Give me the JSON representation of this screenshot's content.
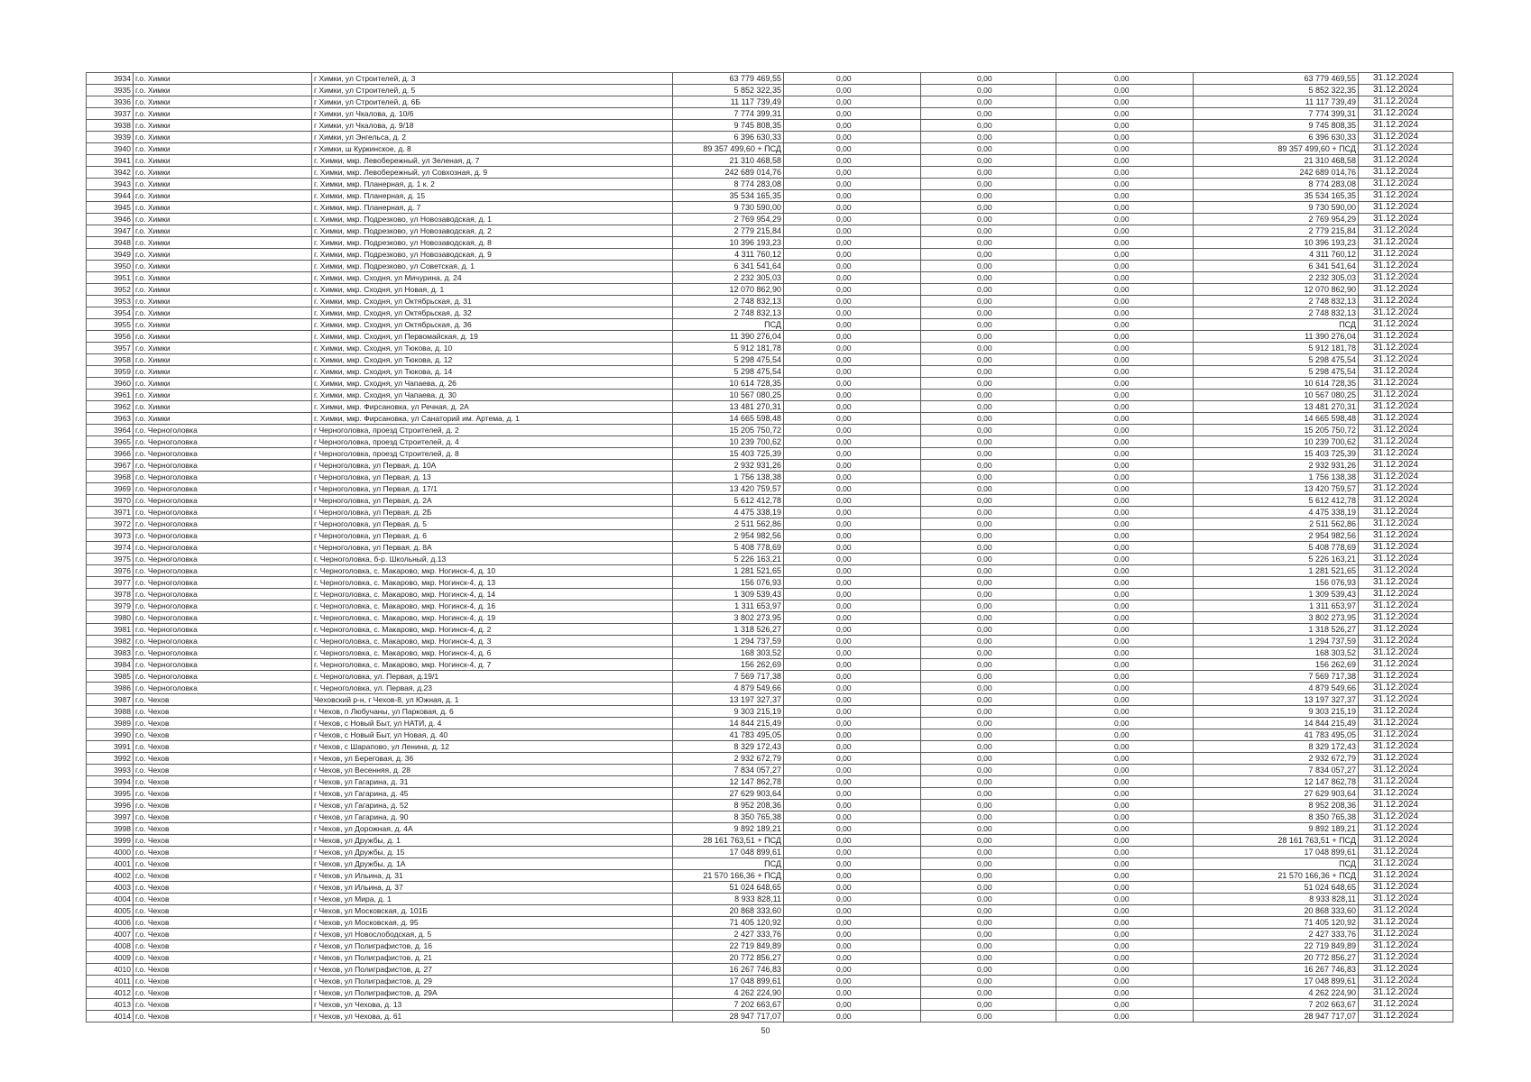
{
  "table": {
    "rows": [
      [
        "3934",
        "г.о. Химки",
        "г Химки, ул Строителей, д. 3",
        "63 779 469,55",
        "0,00",
        "0,00",
        "0,00",
        "63 779 469,55",
        "31.12.2024"
      ],
      [
        "3935",
        "г.о. Химки",
        "г Химки, ул Строителей, д. 5",
        "5 852 322,35",
        "0,00",
        "0,00",
        "0,00",
        "5 852 322,35",
        "31.12.2024"
      ],
      [
        "3936",
        "г.о. Химки",
        "г Химки, ул Строителей, д. 6Б",
        "11 117 739,49",
        "0,00",
        "0,00",
        "0,00",
        "11 117 739,49",
        "31.12.2024"
      ],
      [
        "3937",
        "г.о. Химки",
        "г Химки, ул Чкалова, д. 10/6",
        "7 774 399,31",
        "0,00",
        "0,00",
        "0,00",
        "7 774 399,31",
        "31.12.2024"
      ],
      [
        "3938",
        "г.о. Химки",
        "г Химки, ул Чкалова, д. 9/18",
        "9 745 808,35",
        "0,00",
        "0,00",
        "0,00",
        "9 745 808,35",
        "31.12.2024"
      ],
      [
        "3939",
        "г.о. Химки",
        "г Химки, ул Энгельса, д. 2",
        "6 396 630,33",
        "0,00",
        "0,00",
        "0,00",
        "6 396 630,33",
        "31.12.2024"
      ],
      [
        "3940",
        "г.о. Химки",
        "г Химки, ш Куркинское, д. 8",
        "89 357 499,60 + ПСД",
        "0,00",
        "0,00",
        "0,00",
        "89 357 499,60 + ПСД",
        "31.12.2024"
      ],
      [
        "3941",
        "г.о. Химки",
        "г. Химки, мкр. Левобережный, ул Зеленая, д. 7",
        "21 310 468,58",
        "0,00",
        "0,00",
        "0,00",
        "21 310 468,58",
        "31.12.2024"
      ],
      [
        "3942",
        "г.о. Химки",
        "г. Химки, мкр. Левобережный, ул Совхозная, д. 9",
        "242 689 014,76",
        "0,00",
        "0,00",
        "0,00",
        "242 689 014,76",
        "31.12.2024"
      ],
      [
        "3943",
        "г.о. Химки",
        "г. Химки, мкр. Планерная, д. 1 к. 2",
        "8 774 283,08",
        "0,00",
        "0,00",
        "0,00",
        "8 774 283,08",
        "31.12.2024"
      ],
      [
        "3944",
        "г.о. Химки",
        "г. Химки, мкр. Планерная, д. 15",
        "35 534 165,35",
        "0,00",
        "0,00",
        "0,00",
        "35 534 165,35",
        "31.12.2024"
      ],
      [
        "3945",
        "г.о. Химки",
        "г. Химки, мкр. Планерная, д. 7",
        "9 730 590,00",
        "0,00",
        "0,00",
        "0,00",
        "9 730 590,00",
        "31.12.2024"
      ],
      [
        "3946",
        "г.о. Химки",
        "г. Химки, мкр. Подрезково, ул Новозаводская, д. 1",
        "2 769 954,29",
        "0,00",
        "0,00",
        "0,00",
        "2 769 954,29",
        "31.12.2024"
      ],
      [
        "3947",
        "г.о. Химки",
        "г. Химки, мкр. Подрезково, ул Новозаводская, д. 2",
        "2 779 215,84",
        "0,00",
        "0,00",
        "0,00",
        "2 779 215,84",
        "31.12.2024"
      ],
      [
        "3948",
        "г.о. Химки",
        "г. Химки, мкр. Подрезково, ул Новозаводская, д. 8",
        "10 396 193,23",
        "0,00",
        "0,00",
        "0,00",
        "10 396 193,23",
        "31.12.2024"
      ],
      [
        "3949",
        "г.о. Химки",
        "г. Химки, мкр. Подрезково, ул Новозаводская, д. 9",
        "4 311 760,12",
        "0,00",
        "0,00",
        "0,00",
        "4 311 760,12",
        "31.12.2024"
      ],
      [
        "3950",
        "г.о. Химки",
        "г. Химки, мкр. Подрезково, ул Советская, д. 1",
        "6 341 541,64",
        "0,00",
        "0,00",
        "0,00",
        "6 341 541,64",
        "31.12.2024"
      ],
      [
        "3951",
        "г.о. Химки",
        "г. Химки, мкр. Сходня, ул Мичурина, д. 24",
        "2 232 305,03",
        "0,00",
        "0,00",
        "0,00",
        "2 232 305,03",
        "31.12.2024"
      ],
      [
        "3952",
        "г.о. Химки",
        "г. Химки, мкр. Сходня, ул Новая, д. 1",
        "12 070 862,90",
        "0,00",
        "0,00",
        "0,00",
        "12 070 862,90",
        "31.12.2024"
      ],
      [
        "3953",
        "г.о. Химки",
        "г. Химки, мкр. Сходня, ул Октябрьская, д. 31",
        "2 748 832,13",
        "0,00",
        "0,00",
        "0,00",
        "2 748 832,13",
        "31.12.2024"
      ],
      [
        "3954",
        "г.о. Химки",
        "г. Химки, мкр. Сходня, ул Октябрьская, д. 32",
        "2 748 832,13",
        "0,00",
        "0,00",
        "0,00",
        "2 748 832,13",
        "31.12.2024"
      ],
      [
        "3955",
        "г.о. Химки",
        "г. Химки, мкр. Сходня, ул Октябрьская, д. 36",
        "ПСД",
        "0,00",
        "0,00",
        "0,00",
        "ПСД",
        "31.12.2024"
      ],
      [
        "3956",
        "г.о. Химки",
        "г. Химки, мкр. Сходня, ул Первомайская, д. 19",
        "11 390 276,04",
        "0,00",
        "0,00",
        "0,00",
        "11 390 276,04",
        "31.12.2024"
      ],
      [
        "3957",
        "г.о. Химки",
        "г. Химки, мкр. Сходня, ул Тюкова, д. 10",
        "5 912 181,78",
        "0,00",
        "0,00",
        "0,00",
        "5 912 181,78",
        "31.12.2024"
      ],
      [
        "3958",
        "г.о. Химки",
        "г. Химки, мкр. Сходня, ул Тюкова, д. 12",
        "5 298 475,54",
        "0,00",
        "0,00",
        "0,00",
        "5 298 475,54",
        "31.12.2024"
      ],
      [
        "3959",
        "г.о. Химки",
        "г. Химки, мкр. Сходня, ул Тюкова, д. 14",
        "5 298 475,54",
        "0,00",
        "0,00",
        "0,00",
        "5 298 475,54",
        "31.12.2024"
      ],
      [
        "3960",
        "г.о. Химки",
        "г. Химки, мкр. Сходня, ул Чапаева, д. 26",
        "10 614 728,35",
        "0,00",
        "0,00",
        "0,00",
        "10 614 728,35",
        "31.12.2024"
      ],
      [
        "3961",
        "г.о. Химки",
        "г. Химки, мкр. Сходня, ул Чапаева, д. 30",
        "10 567 080,25",
        "0,00",
        "0,00",
        "0,00",
        "10 567 080,25",
        "31.12.2024"
      ],
      [
        "3962",
        "г.о. Химки",
        "г. Химки, мкр. Фирсановка, ул Речная, д. 2А",
        "13 481 270,31",
        "0,00",
        "0,00",
        "0,00",
        "13 481 270,31",
        "31.12.2024"
      ],
      [
        "3963",
        "г.о. Химки",
        "г. Химки, мкр. Фирсановка, ул Санаторий им. Артема, д. 1",
        "14 665 598,48",
        "0,00",
        "0,00",
        "0,00",
        "14 665 598,48",
        "31.12.2024"
      ],
      [
        "3964",
        "г.о. Черноголовка",
        "г Черноголовка, проезд Строителей, д. 2",
        "15 205 750,72",
        "0,00",
        "0,00",
        "0,00",
        "15 205 750,72",
        "31.12.2024"
      ],
      [
        "3965",
        "г.о. Черноголовка",
        "г Черноголовка, проезд Строителей, д. 4",
        "10 239 700,62",
        "0,00",
        "0,00",
        "0,00",
        "10 239 700,62",
        "31.12.2024"
      ],
      [
        "3966",
        "г.о. Черноголовка",
        "г Черноголовка, проезд Строителей, д. 8",
        "15 403 725,39",
        "0,00",
        "0,00",
        "0,00",
        "15 403 725,39",
        "31.12.2024"
      ],
      [
        "3967",
        "г.о. Черноголовка",
        "г Черноголовка, ул Первая, д. 10А",
        "2 932 931,26",
        "0,00",
        "0,00",
        "0,00",
        "2 932 931,26",
        "31.12.2024"
      ],
      [
        "3968",
        "г.о. Черноголовка",
        "г Черноголовка, ул Первая, д. 13",
        "1 756 138,38",
        "0,00",
        "0,00",
        "0,00",
        "1 756 138,38",
        "31.12.2024"
      ],
      [
        "3969",
        "г.о. Черноголовка",
        "г Черноголовка, ул Первая, д. 17/1",
        "13 420 759,57",
        "0,00",
        "0,00",
        "0,00",
        "13 420 759,57",
        "31.12.2024"
      ],
      [
        "3970",
        "г.о. Черноголовка",
        "г Черноголовка, ул Первая, д. 2А",
        "5 612 412,78",
        "0,00",
        "0,00",
        "0,00",
        "5 612 412,78",
        "31.12.2024"
      ],
      [
        "3971",
        "г.о. Черноголовка",
        "г Черноголовка, ул Первая, д. 2Б",
        "4 475 338,19",
        "0,00",
        "0,00",
        "0,00",
        "4 475 338,19",
        "31.12.2024"
      ],
      [
        "3972",
        "г.о. Черноголовка",
        "г Черноголовка, ул Первая, д. 5",
        "2 511 562,86",
        "0,00",
        "0,00",
        "0,00",
        "2 511 562,86",
        "31.12.2024"
      ],
      [
        "3973",
        "г.о. Черноголовка",
        "г Черноголовка, ул Первая, д. 6",
        "2 954 982,56",
        "0,00",
        "0,00",
        "0,00",
        "2 954 982,56",
        "31.12.2024"
      ],
      [
        "3974",
        "г.о. Черноголовка",
        "г Черноголовка, ул Первая, д. 8А",
        "5 408 778,69",
        "0,00",
        "0,00",
        "0,00",
        "5 408 778,69",
        "31.12.2024"
      ],
      [
        "3975",
        "г.о. Черноголовка",
        "г. Черноголовка, б-р. Школьный, д.13",
        "5 226 163,21",
        "0,00",
        "0,00",
        "0,00",
        "5 226 163,21",
        "31.12.2024"
      ],
      [
        "3976",
        "г.о. Черноголовка",
        "г. Черноголовка, с. Макарово, мкр. Ногинск-4, д. 10",
        "1 281 521,65",
        "0,00",
        "0,00",
        "0,00",
        "1 281 521,65",
        "31.12.2024"
      ],
      [
        "3977",
        "г.о. Черноголовка",
        "г. Черноголовка, с. Макарово, мкр. Ногинск-4, д. 13",
        "156 076,93",
        "0,00",
        "0,00",
        "0,00",
        "156 076,93",
        "31.12.2024"
      ],
      [
        "3978",
        "г.о. Черноголовка",
        "г. Черноголовка, с. Макарово, мкр. Ногинск-4, д. 14",
        "1 309 539,43",
        "0,00",
        "0,00",
        "0,00",
        "1 309 539,43",
        "31.12.2024"
      ],
      [
        "3979",
        "г.о. Черноголовка",
        "г. Черноголовка, с. Макарово, мкр. Ногинск-4, д. 16",
        "1 311 653,97",
        "0,00",
        "0,00",
        "0,00",
        "1 311 653,97",
        "31.12.2024"
      ],
      [
        "3980",
        "г.о. Черноголовка",
        "г. Черноголовка, с. Макарово, мкр. Ногинск-4, д. 19",
        "3 802 273,95",
        "0,00",
        "0,00",
        "0,00",
        "3 802 273,95",
        "31.12.2024"
      ],
      [
        "3981",
        "г.о. Черноголовка",
        "г. Черноголовка, с. Макарово, мкр. Ногинск-4, д. 2",
        "1 318 526,27",
        "0,00",
        "0,00",
        "0,00",
        "1 318 526,27",
        "31.12.2024"
      ],
      [
        "3982",
        "г.о. Черноголовка",
        "г. Черноголовка, с. Макарово, мкр. Ногинск-4, д. 3",
        "1 294 737,59",
        "0,00",
        "0,00",
        "0,00",
        "1 294 737,59",
        "31.12.2024"
      ],
      [
        "3983",
        "г.о. Черноголовка",
        "г. Черноголовка, с. Макарово, мкр. Ногинск-4, д. 6",
        "168 303,52",
        "0,00",
        "0,00",
        "0,00",
        "168 303,52",
        "31.12.2024"
      ],
      [
        "3984",
        "г.о. Черноголовка",
        "г. Черноголовка, с. Макарово, мкр. Ногинск-4, д. 7",
        "156 262,69",
        "0,00",
        "0,00",
        "0,00",
        "156 262,69",
        "31.12.2024"
      ],
      [
        "3985",
        "г.о. Черноголовка",
        "г. Черноголовка, ул. Первая, д.19/1",
        "7 569 717,38",
        "0,00",
        "0,00",
        "0,00",
        "7 569 717,38",
        "31.12.2024"
      ],
      [
        "3986",
        "г.о. Черноголовка",
        "г. Черноголовка, ул. Первая, д.23",
        "4 879 549,66",
        "0,00",
        "0,00",
        "0,00",
        "4 879 549,66",
        "31.12.2024"
      ],
      [
        "3987",
        "г.о. Чехов",
        "Чеховский р-н, г Чехов-8, ул Южная, д. 1",
        "13 197 327,37",
        "0,00",
        "0,00",
        "0,00",
        "13 197 327,37",
        "31.12.2024"
      ],
      [
        "3988",
        "г.о. Чехов",
        "г Чехов, п Любучаны, ул Парковая, д. 6",
        "9 303 215,19",
        "0,00",
        "0,00",
        "0,00",
        "9 303 215,19",
        "31.12.2024"
      ],
      [
        "3989",
        "г.о. Чехов",
        "г Чехов, с Новый Быт, ул НАТИ, д. 4",
        "14 844 215,49",
        "0,00",
        "0,00",
        "0,00",
        "14 844 215,49",
        "31.12.2024"
      ],
      [
        "3990",
        "г.о. Чехов",
        "г Чехов, с Новый Быт, ул Новая, д. 40",
        "41 783 495,05",
        "0,00",
        "0,00",
        "0,00",
        "41 783 495,05",
        "31.12.2024"
      ],
      [
        "3991",
        "г.о. Чехов",
        "г Чехов, с Шарапово, ул Ленина, д. 12",
        "8 329 172,43",
        "0,00",
        "0,00",
        "0,00",
        "8 329 172,43",
        "31.12.2024"
      ],
      [
        "3992",
        "г.о. Чехов",
        "г Чехов, ул Береговая, д. 36",
        "2 932 672,79",
        "0,00",
        "0,00",
        "0,00",
        "2 932 672,79",
        "31.12.2024"
      ],
      [
        "3993",
        "г.о. Чехов",
        "г Чехов, ул Весенняя, д. 28",
        "7 834 057,27",
        "0,00",
        "0,00",
        "0,00",
        "7 834 057,27",
        "31.12.2024"
      ],
      [
        "3994",
        "г.о. Чехов",
        "г Чехов, ул Гагарина, д. 31",
        "12 147 862,78",
        "0,00",
        "0,00",
        "0,00",
        "12 147 862,78",
        "31.12.2024"
      ],
      [
        "3995",
        "г.о. Чехов",
        "г Чехов, ул Гагарина, д. 45",
        "27 629 903,64",
        "0,00",
        "0,00",
        "0,00",
        "27 629 903,64",
        "31.12.2024"
      ],
      [
        "3996",
        "г.о. Чехов",
        "г Чехов, ул Гагарина, д. 52",
        "8 952 208,36",
        "0,00",
        "0,00",
        "0,00",
        "8 952 208,36",
        "31.12.2024"
      ],
      [
        "3997",
        "г.о. Чехов",
        "г Чехов, ул Гагарина, д. 90",
        "8 350 765,38",
        "0,00",
        "0,00",
        "0,00",
        "8 350 765,38",
        "31.12.2024"
      ],
      [
        "3998",
        "г.о. Чехов",
        "г Чехов, ул Дорожная, д. 4А",
        "9 892 189,21",
        "0,00",
        "0,00",
        "0,00",
        "9 892 189,21",
        "31.12.2024"
      ],
      [
        "3999",
        "г.о. Чехов",
        "г Чехов, ул Дружбы, д. 1",
        "28 161 763,51 + ПСД",
        "0,00",
        "0,00",
        "0,00",
        "28 161 763,51 + ПСД",
        "31.12.2024"
      ],
      [
        "4000",
        "г.о. Чехов",
        "г Чехов, ул Дружбы, д. 15",
        "17 048 899,61",
        "0,00",
        "0,00",
        "0,00",
        "17 048 899,61",
        "31.12.2024"
      ],
      [
        "4001",
        "г.о. Чехов",
        "г Чехов, ул Дружбы, д. 1А",
        "ПСД",
        "0,00",
        "0,00",
        "0,00",
        "ПСД",
        "31.12.2024"
      ],
      [
        "4002",
        "г.о. Чехов",
        "г Чехов, ул Ильина, д. 31",
        "21 570 166,36 + ПСД",
        "0,00",
        "0,00",
        "0,00",
        "21 570 166,36 + ПСД",
        "31.12.2024"
      ],
      [
        "4003",
        "г.о. Чехов",
        "г Чехов, ул Ильина, д. 37",
        "51 024 648,65",
        "0,00",
        "0,00",
        "0,00",
        "51 024 648,65",
        "31.12.2024"
      ],
      [
        "4004",
        "г.о. Чехов",
        "г Чехов, ул Мира, д. 1",
        "8 933 828,11",
        "0,00",
        "0,00",
        "0,00",
        "8 933 828,11",
        "31.12.2024"
      ],
      [
        "4005",
        "г.о. Чехов",
        "г Чехов, ул Московская, д. 101Б",
        "20 868 333,60",
        "0,00",
        "0,00",
        "0,00",
        "20 868 333,60",
        "31.12.2024"
      ],
      [
        "4006",
        "г.о. Чехов",
        "г Чехов, ул Московская, д. 95",
        "71 405 120,92",
        "0,00",
        "0,00",
        "0,00",
        "71 405 120,92",
        "31.12.2024"
      ],
      [
        "4007",
        "г.о. Чехов",
        "г Чехов, ул Новослободская, д. 5",
        "2 427 333,76",
        "0,00",
        "0,00",
        "0,00",
        "2 427 333,76",
        "31.12.2024"
      ],
      [
        "4008",
        "г.о. Чехов",
        "г Чехов, ул Полиграфистов, д. 16",
        "22 719 849,89",
        "0,00",
        "0,00",
        "0,00",
        "22 719 849,89",
        "31.12.2024"
      ],
      [
        "4009",
        "г.о. Чехов",
        "г Чехов, ул Полиграфистов, д. 21",
        "20 772 856,27",
        "0,00",
        "0,00",
        "0,00",
        "20 772 856,27",
        "31.12.2024"
      ],
      [
        "4010",
        "г.о. Чехов",
        "г Чехов, ул Полиграфистов, д. 27",
        "16 267 746,83",
        "0,00",
        "0,00",
        "0,00",
        "16 267 746,83",
        "31.12.2024"
      ],
      [
        "4011",
        "г.о. Чехов",
        "г Чехов, ул Полиграфистов, д. 29",
        "17 048 899,61",
        "0,00",
        "0,00",
        "0,00",
        "17 048 899,61",
        "31.12.2024"
      ],
      [
        "4012",
        "г.о. Чехов",
        "г Чехов, ул Полиграфистов, д. 29А",
        "4 262 224,90",
        "0,00",
        "0,00",
        "0,00",
        "4 262 224,90",
        "31.12.2024"
      ],
      [
        "4013",
        "г.о. Чехов",
        "г Чехов, ул Чехова, д. 13",
        "7 202 663,67",
        "0,00",
        "0,00",
        "0,00",
        "7 202 663,67",
        "31.12.2024"
      ],
      [
        "4014",
        "г.о. Чехов",
        "г Чехов, ул Чехова, д. 61",
        "28 947 717,07",
        "0,00",
        "0,00",
        "0,00",
        "28 947 717,07",
        "31.12.2024"
      ]
    ]
  },
  "footer": {
    "page_number": "50"
  }
}
